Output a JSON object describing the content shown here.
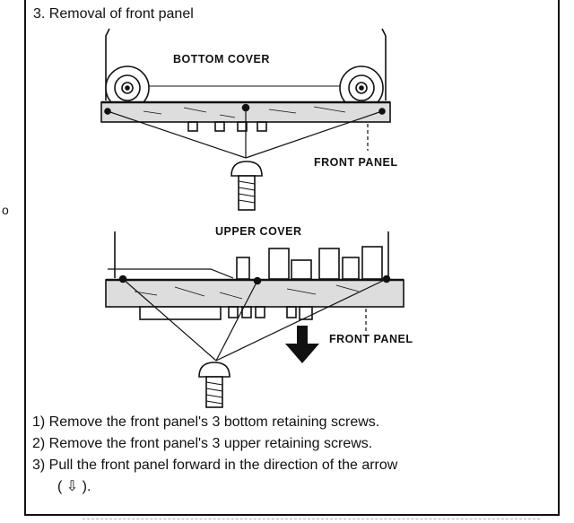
{
  "section": {
    "title": "3. Removal of front panel",
    "stray_mark": "o"
  },
  "figure_top": {
    "label_cover": "BOTTOM COVER",
    "label_panel": "FRONT PANEL"
  },
  "figure_bottom": {
    "label_cover": "UPPER COVER",
    "label_panel": "FRONT PANEL",
    "arrow": "down-arrow-icon"
  },
  "steps": [
    {
      "text": "1) Remove the front panel's 3 bottom retaining screws."
    },
    {
      "text": "2) Remove the front panel's 3 upper retaining screws."
    },
    {
      "text": "3) Pull the front panel forward in the direction of the arrow"
    }
  ],
  "step3_cont": {
    "text": "( ⇩ )."
  }
}
